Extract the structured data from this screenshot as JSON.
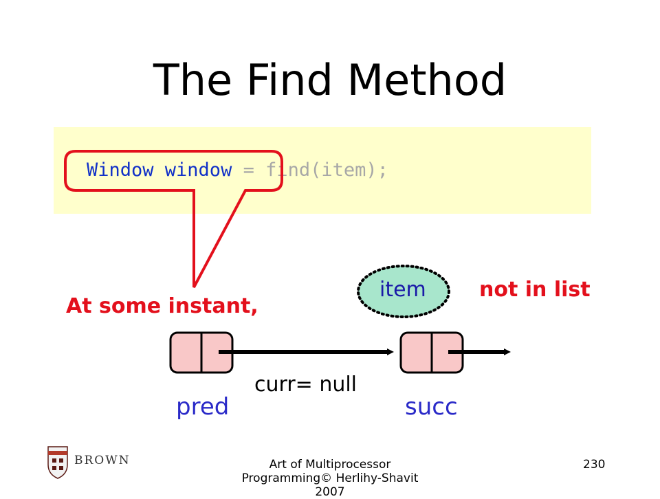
{
  "slide": {
    "title": "The Find Method",
    "code": {
      "highlighted": "Window window",
      "dimmed": " = find(item);"
    },
    "callout": {
      "left_text": "At some instant,",
      "item_label": "item",
      "right_text": "not in list"
    },
    "nodes": {
      "pred_label": "pred",
      "succ_label": "succ",
      "link_label": "curr= null"
    },
    "footer": {
      "logo_text": "BROWN",
      "credit_line1": "Art of Multiprocessor",
      "credit_line2": "Programming© Herlihy-Shavit",
      "credit_line3": "2007",
      "page_number": "230"
    },
    "colors": {
      "code_panel": "#ffffcc",
      "code_highlight": "#1030c8",
      "callout_red": "#e3101c",
      "node_fill": "#f9c8c8",
      "item_fill": "#a8e6cc"
    }
  }
}
